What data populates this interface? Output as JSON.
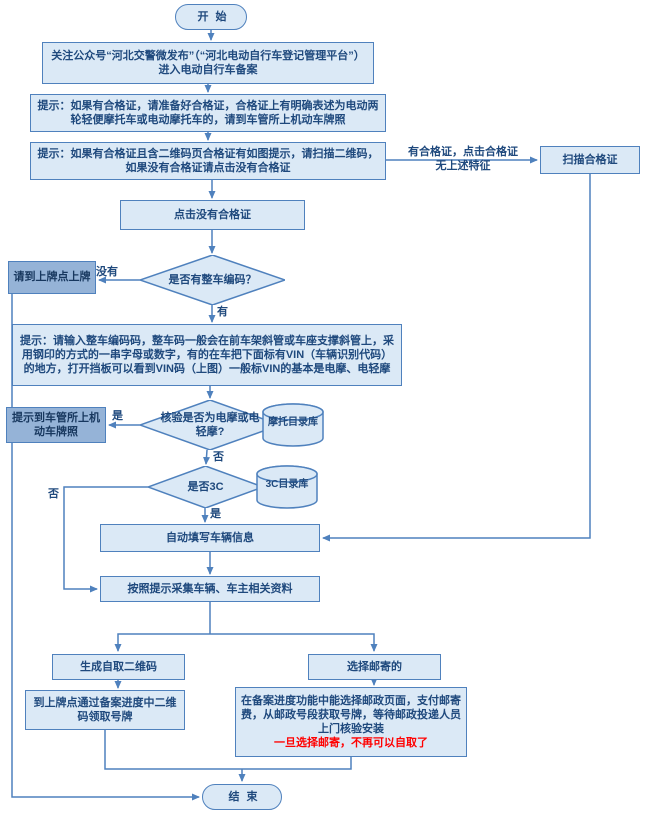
{
  "colors": {
    "border": "#4f81bd",
    "fill_light": "#dbe9f6",
    "fill_dark": "#95b3d7",
    "text": "#1f497d",
    "warning": "#ff0000"
  },
  "nodes": {
    "start": "开始",
    "follow_account": "关注公众号“河北交警微发布”（“河北电动自行车登记管理平台”）进入电动自行车备案",
    "tip_certificate": "提示：如果有合格证，请准备好合格证，合格证上有明确表述为电动两轮轻便摩托车或电动摩托车的，请到车管所上机动车牌照",
    "tip_qrcode": "提示：如果有合格证且含二维码页合格证有如图提示，请扫描二维码，如果没有合格证请点击没有合格证",
    "has_cert_note": "有合格证，点击合格证无上述特征",
    "scan_cert": "扫描合格证",
    "click_no_cert": "点击没有合格证",
    "has_vin_q": "是否有整车编码？",
    "go_plate_point": "请到上牌点上牌",
    "tip_vin": "提示：请输入整车编码码，整车码一般会在前车架斜管或车座支撑斜管上，采用钢印的方式的一串字母或数字，有的在车把下面标有VIN（车辆识别代码）的地方，打开挡板可以看到VIN码（上图）一般标VIN的基本是电摩、电轻摩",
    "check_moto_q": "核验是否为电摩或电轻摩?",
    "moto_db": "摩托目录库",
    "tip_dmv": "提示到车管所上机动车牌照",
    "is_3c_q": "是否3C",
    "c3_db": "3C目录库",
    "auto_fill": "自动填写车辆信息",
    "collect_info": "按照提示采集车辆、车主相关资料",
    "gen_qrcode": "生成自取二维码",
    "choose_mail": "选择邮寄的",
    "pickup_plate": "到上牌点通过备案进度中二维码领取号牌",
    "mail_detail": "在备案进度功能中能选择邮政页面，支付邮寄费，从邮政号段获取号牌，等待邮政投递人员上门核验安装",
    "mail_warning": "一旦选择邮寄，不再可以自取了",
    "end": "结束"
  },
  "edge_labels": {
    "no_vin": "没有",
    "has_vin": "有",
    "is_moto_yes": "是",
    "is_moto_no": "否",
    "is_3c_no": "否",
    "is_3c_yes": "是"
  }
}
